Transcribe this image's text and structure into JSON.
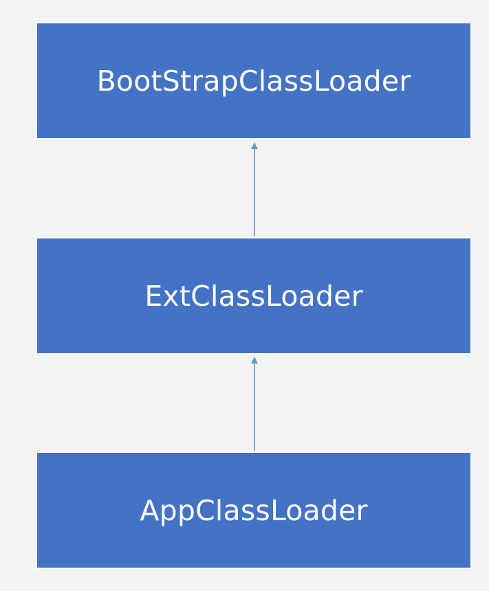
{
  "colors": {
    "background": "#f3f3f3",
    "box_fill": "#4472c4",
    "box_border": "#ffffff",
    "box_text": "#ffffff",
    "arrow": "#5b9bd5"
  },
  "nodes": [
    {
      "label": "BootStrapClassLoader"
    },
    {
      "label": "ExtClassLoader"
    },
    {
      "label": "AppClassLoader"
    }
  ],
  "edges": [
    {
      "from": "ExtClassLoader",
      "to": "BootStrapClassLoader"
    },
    {
      "from": "AppClassLoader",
      "to": "ExtClassLoader"
    }
  ]
}
